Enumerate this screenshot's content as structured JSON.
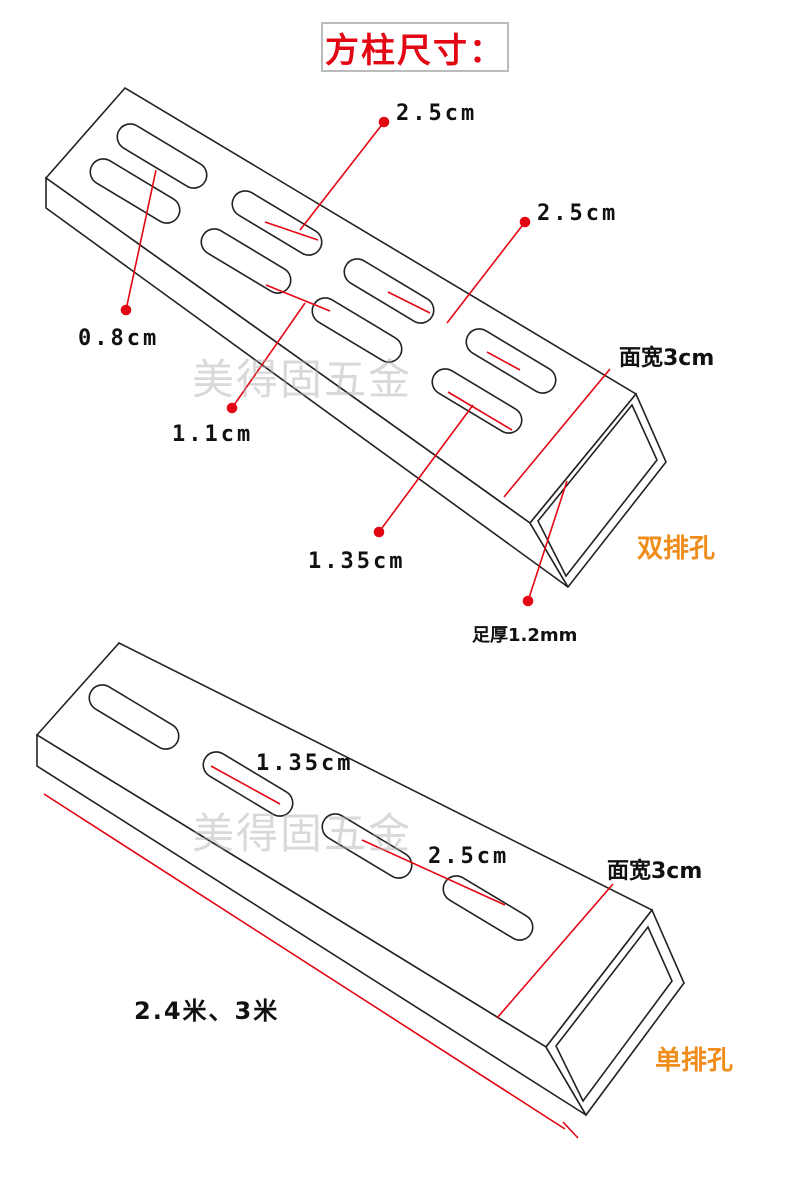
{
  "title": "方柱尺寸：",
  "watermark": "美得固五金",
  "top_diagram": {
    "labels": {
      "slot_gap_top": "2.5cm",
      "slot_gap_right": "2.5cm",
      "slot_width": "0.8cm",
      "row_spacing": "1.1cm",
      "slot_length": "1.35cm",
      "face_width": "面宽3cm",
      "thickness": "足厚1.2mm"
    },
    "hole_type": "双排孔"
  },
  "bottom_diagram": {
    "labels": {
      "slot_length": "1.35cm",
      "slot_gap": "2.5cm",
      "face_width": "面宽3cm",
      "length": "2.4米、3米"
    },
    "hole_type": "单排孔"
  },
  "colors": {
    "dimension_line": "#e30613",
    "outline": "#222222",
    "title": "#e30613",
    "hole_type": "#f08c1a"
  }
}
